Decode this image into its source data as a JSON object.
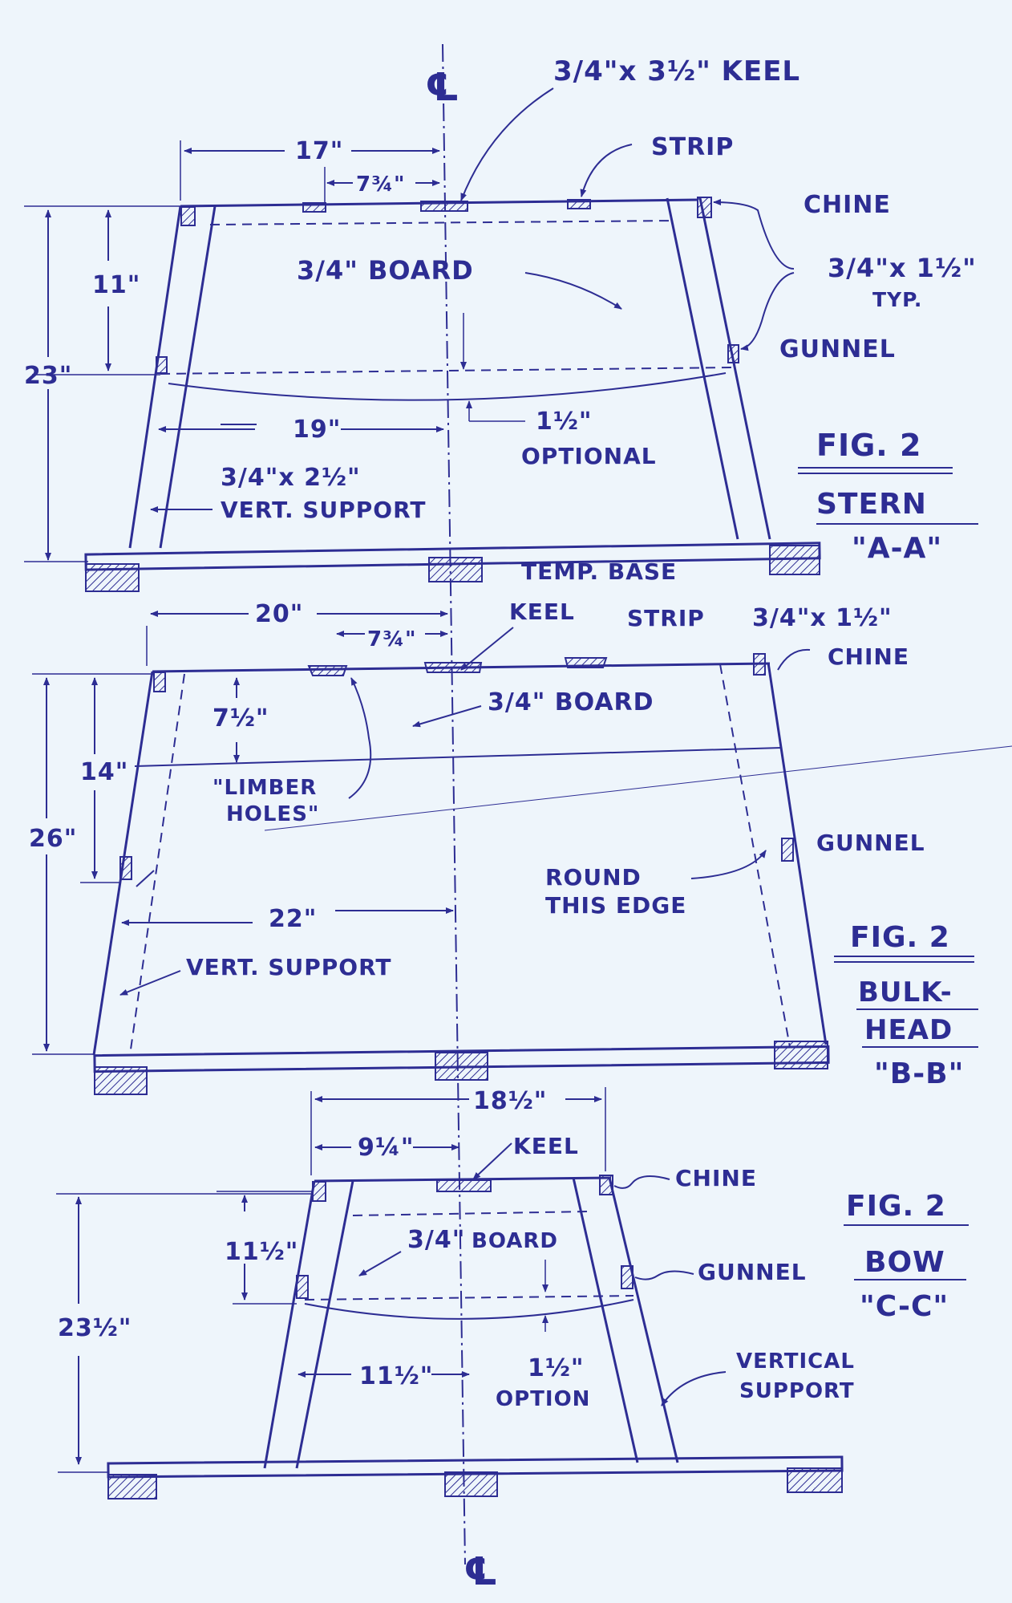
{
  "colors": {
    "paper": "#eef5fb",
    "ink": "#2d2d93"
  },
  "centerline_symbol": "℄",
  "stern": {
    "keel": "3/4\"x 3½\" KEEL",
    "strip": "STRIP",
    "chine": "CHINE",
    "size_typ_1": "3/4\"x 1½\"",
    "size_typ_2": "TYP.",
    "gunnel": "GUNNEL",
    "dim_17": "17\"",
    "dim_7_3_4": "7¾\"",
    "dim_11": "11\"",
    "dim_23": "23\"",
    "dim_19": "19\"",
    "dim_1_5": "1½\"",
    "optional": "OPTIONAL",
    "board": "3/4\" BOARD",
    "vert_size": "3/4\"x 2½\"",
    "vert_support": "VERT. SUPPORT",
    "temp_base": "TEMP. BASE",
    "fig": "FIG. 2",
    "name": "STERN",
    "section": "\"A-A\""
  },
  "bulkhead": {
    "dim_20": "20\"",
    "dim_7_3_4": "7¾\"",
    "keel": "KEEL",
    "strip": "STRIP",
    "strip_size": "3/4\"x 1½\"",
    "chine": "CHINE",
    "dim_7_5": "7½\"",
    "board": "3/4\" BOARD",
    "dim_14": "14\"",
    "dim_26": "26\"",
    "limber_1": "\"LIMBER",
    "limber_2": "HOLES\"",
    "gunnel": "GUNNEL",
    "round_1": "ROUND",
    "round_2": "THIS EDGE",
    "dim_22": "22\"",
    "vert_support": "VERT. SUPPORT",
    "fig": "FIG. 2",
    "name_1": "BULK-",
    "name_2": "HEAD",
    "section": "\"B-B\""
  },
  "bow": {
    "dim_18_5": "18½\"",
    "dim_9_25": "9¼\"",
    "keel": "KEEL",
    "chine": "CHINE",
    "dim_11_5a": "11½\"",
    "board_num": "3/4\"",
    "board": "BOARD",
    "gunnel": "GUNNEL",
    "dim_23_5": "23½\"",
    "dim_11_5b": "11½\"",
    "dim_1_5": "1½\"",
    "option": "OPTION",
    "vertical": "VERTICAL",
    "support": "SUPPORT",
    "fig": "FIG. 2",
    "name": "BOW",
    "section": "\"C-C\""
  }
}
